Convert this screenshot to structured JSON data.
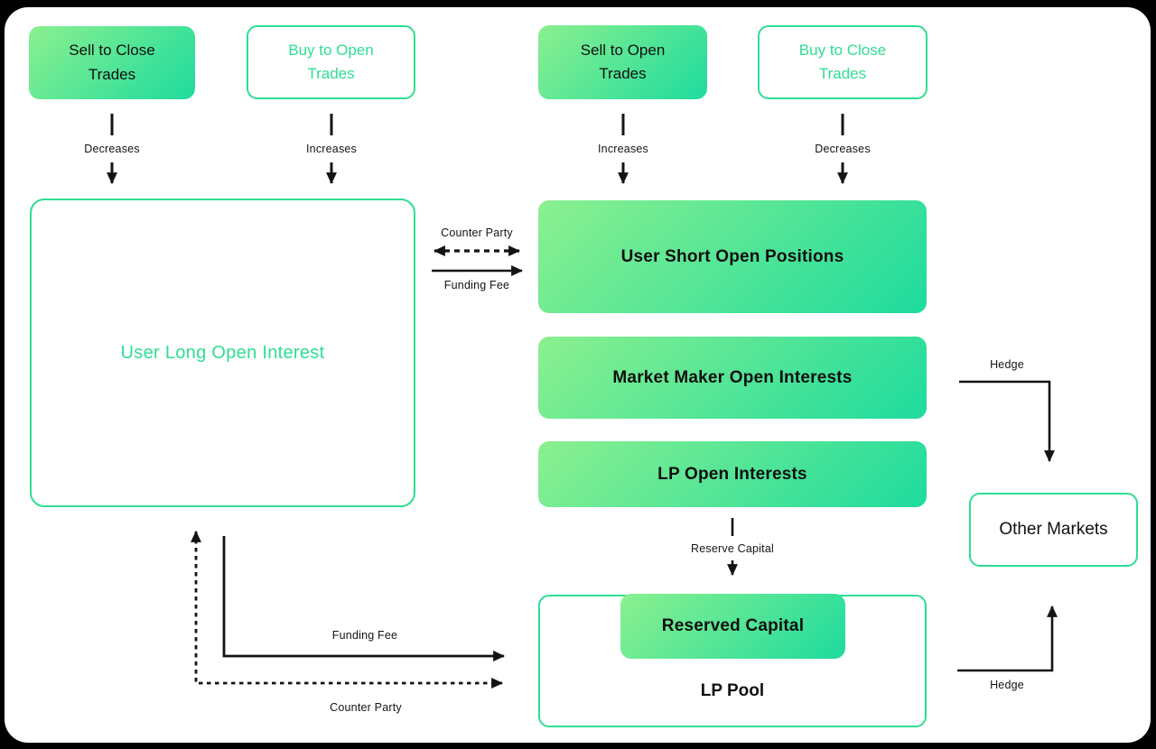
{
  "colors": {
    "background": "#000000",
    "canvas": "#FFFFFF",
    "accent_green": "#2EDE92",
    "gradient_start": "#8BF08F",
    "gradient_end": "#1EDB9E",
    "text_dark": "#101010"
  },
  "boxes": {
    "sell_to_close": "Sell to Close Trades",
    "buy_to_open": "Buy to Open Trades",
    "sell_to_open": "Sell to Open Trades",
    "buy_to_close": "Buy to Close Trades",
    "user_long": "User Long Open Interest",
    "user_short": "User Short Open Positions",
    "market_maker": "Market Maker Open Interests",
    "lp_open": "LP Open Interests",
    "reserved_capital": "Reserved Capital",
    "lp_pool": "LP Pool",
    "other_markets": "Other Markets"
  },
  "labels": {
    "decrease_left": "Decreases",
    "increase_left": "Increases",
    "increase_right": "Increases",
    "decrease_right": "Decreases",
    "counter_party_mid": "Counter Party",
    "funding_fee_mid": "Funding Fee",
    "reserve_capital": "Reserve Capital",
    "hedge_top": "Hedge",
    "hedge_bottom": "Hedge",
    "funding_fee_bottom": "Funding Fee",
    "counter_party_bottom": "Counter Party"
  }
}
